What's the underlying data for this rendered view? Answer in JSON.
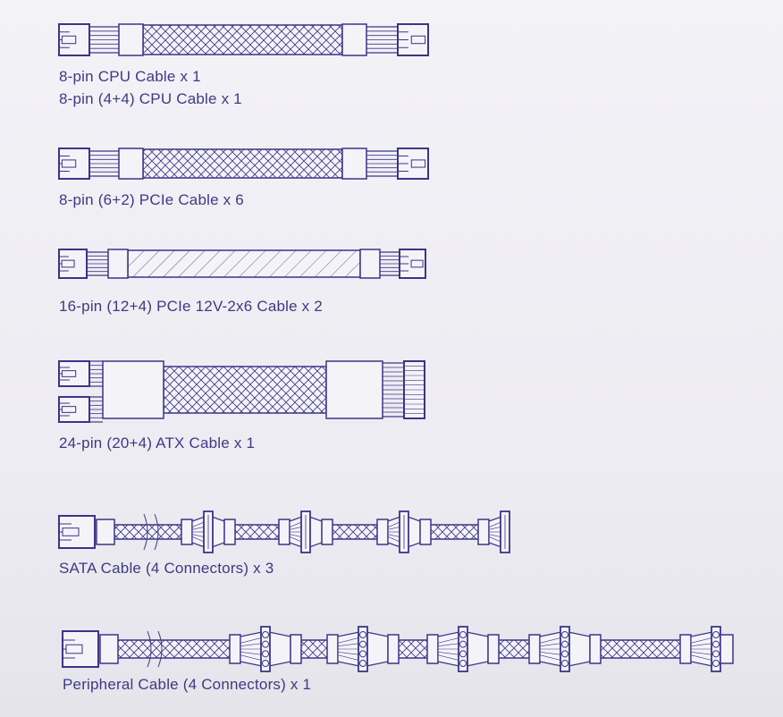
{
  "colors": {
    "line": "#3b3586",
    "fill": "#f4f3f8",
    "text": "#3e3a82"
  },
  "cables": [
    {
      "labels": [
        "8-pin CPU Cable x 1",
        "8-pin (4+4) CPU Cable x 1"
      ]
    },
    {
      "labels": [
        "8-pin (6+2) PCIe Cable x 6"
      ]
    },
    {
      "labels": [
        "16-pin (12+4) PCIe 12V-2x6 Cable x 2"
      ]
    },
    {
      "labels": [
        "24-pin (20+4) ATX Cable x 1"
      ]
    },
    {
      "labels": [
        "SATA Cable (4 Connectors) x 3"
      ]
    },
    {
      "labels": [
        "Peripheral Cable (4 Connectors) x 1"
      ]
    }
  ]
}
